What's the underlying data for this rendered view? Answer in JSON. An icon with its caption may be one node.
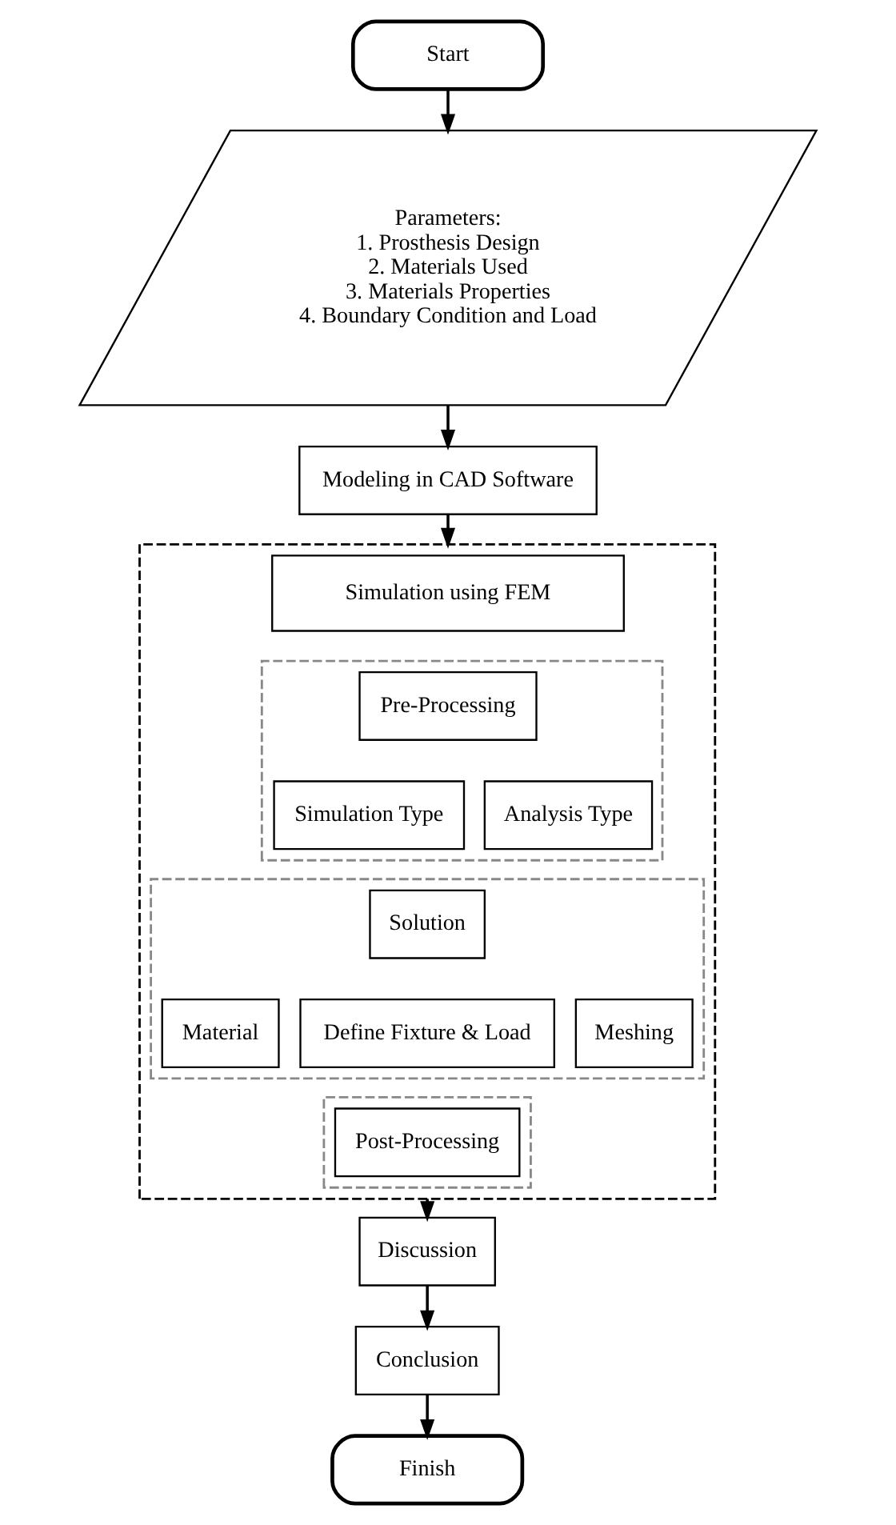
{
  "diagram": {
    "nodes": [
      {
        "text": [
          "Start"
        ]
      },
      {
        "text": [
          "Parameters:",
          "1. Prosthesis Design",
          "2. Materials Used",
          "3. Materials Properties",
          "4. Boundary Condition and Load"
        ]
      },
      {
        "text": [
          "Modeling in CAD Software"
        ]
      },
      {
        "text": [],
        "shape": "box"
      },
      {
        "text": [
          "Simulation using FEM"
        ],
        "in": 3
      },
      {
        "text": [],
        "shape": "box",
        "in": 3
      },
      {
        "text": [
          "Pre-Processing"
        ],
        "in": 5
      },
      {
        "text": [
          "Simulation Type"
        ],
        "in": 5
      },
      {
        "text": [
          "Analysis Type"
        ],
        "in": 5
      },
      {
        "text": [],
        "shape": "box",
        "in": 3
      },
      {
        "text": [
          "Solution"
        ],
        "in": 9
      },
      {
        "text": [
          "Material"
        ],
        "in": 9
      },
      {
        "text": [
          "Define Fixture & Load"
        ],
        "in": 9
      },
      {
        "text": [
          "Meshing"
        ],
        "in": 9
      },
      {
        "text": [],
        "shape": "box",
        "in": 3
      },
      {
        "text": [
          "Post-Processing"
        ],
        "in": 14
      },
      {
        "text": [
          "Discussion"
        ]
      },
      {
        "text": [
          "Conclusion"
        ]
      },
      {
        "text": [
          "Finish"
        ]
      }
    ],
    "edges": [
      {
        "from": 0,
        "to": 1,
        "arrow": "to"
      },
      {
        "from": 1,
        "to": 2,
        "arrow": "to"
      },
      {
        "from": 2,
        "to": 3,
        "arrow": "to"
      },
      {
        "from": 3,
        "to": 16,
        "arrow": "to"
      },
      {
        "from": 16,
        "to": 17,
        "arrow": "to"
      },
      {
        "from": 17,
        "to": 18,
        "arrow": "to"
      }
    ]
  }
}
